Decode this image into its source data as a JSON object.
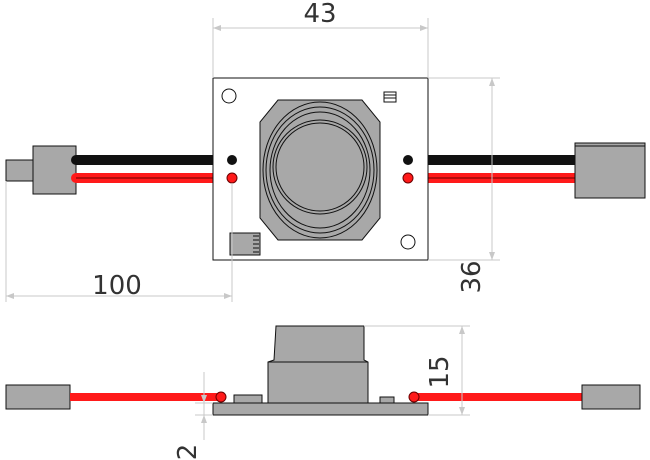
{
  "dimensions": {
    "board_width": "43",
    "board_height": "36",
    "cable_length": "100",
    "height": "15",
    "board_thickness": "2"
  },
  "colors": {
    "cable_red": "#ff1a1a",
    "cable_black": "#111111",
    "body_grey": "#a8a8a8",
    "dimension_line": "#c8c8c8",
    "dimension_text": "#333333"
  },
  "views": [
    "top-view",
    "side-view"
  ]
}
